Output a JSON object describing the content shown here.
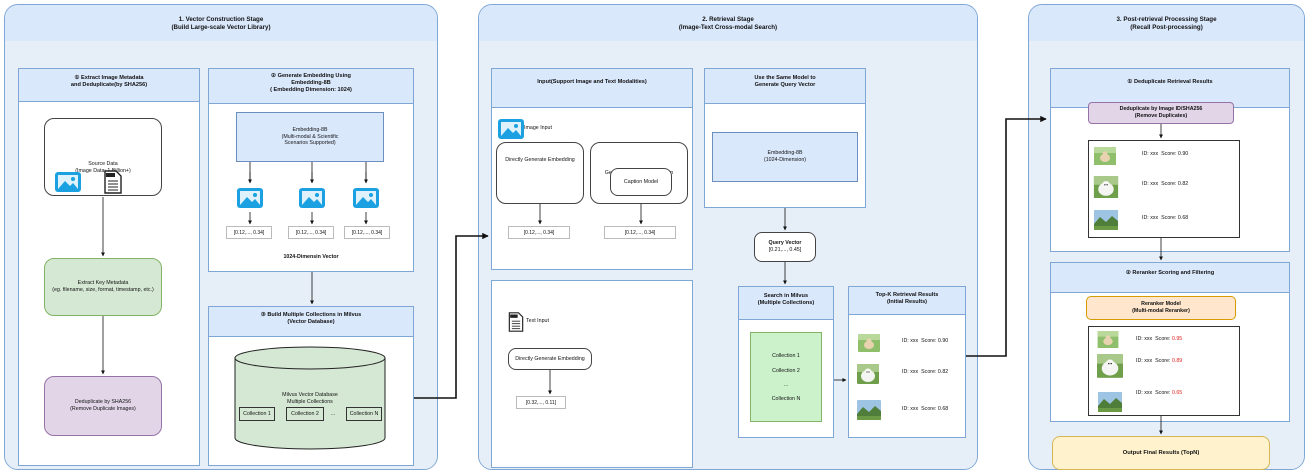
{
  "stage1": {
    "title": "1. Vector Construction Stage",
    "subtitle": "(Build Large-scale Vector Library)",
    "panel1": {
      "title_line1": "① Extract Image Metadata",
      "title_line2": "and Deduplicate(by SHA256)",
      "source_line1": "Source Data",
      "source_line2": "(Image Data: 1 Billion+)",
      "extract_line1": "Extract Key Metadata",
      "extract_line2": "(eg. filename, size, format, timestamp, etc.)",
      "dedup_line1": "Deduplicate by SHA256",
      "dedup_line2": "(Remove Duplicate Images)"
    },
    "panel2": {
      "title_line1": "② Generate Embedding Using",
      "title_line2": "Embedding-8B",
      "title_line3": "( Embedding Dimension: 1024)",
      "model_line1": "Embedding-8B",
      "model_line2": "(Multi-modal & Scientific",
      "model_line3": "Scenarios Supported)",
      "vectors": [
        "[0.12,..., 0.34]",
        "[0.12,..., 0.34]",
        "[0.12,..., 0.34]"
      ],
      "footer": "1024-Dimensin Vector"
    },
    "panel3": {
      "title_line1": "③ Build Multiple Collections in Milvus",
      "title_line2": "(Vector Database)",
      "db_line1": "Milvus Vector Database",
      "db_line2": "Multiple Collections",
      "collections": [
        "Collection 1",
        "Collection 2",
        "...",
        "Collection N"
      ]
    }
  },
  "stage2": {
    "title": "2. Retrieval Stage",
    "subtitle": "(Image-Text Cross-modal Search)",
    "input_panel": {
      "title": "Input(Support Image and Text Modalities)",
      "image_input": "Image Input",
      "direct_embed": "Directly Generate Embedding",
      "caption_first_line1": "Generate Caption First, Then",
      "caption_first_line2": "Generate Embedding",
      "caption_model": "Caption Model",
      "vec_left": "[0.12,..., 0.34]",
      "vec_right": "[0.12,..., 0.34]",
      "text_input": "Text Input",
      "text_direct": "Directly Generate Embedding",
      "text_vec": "[0.32,..., 0.11]"
    },
    "same_model": {
      "title_line1": "Use the Same Model to",
      "title_line2": "Generate Query Vector",
      "model_line1": "Embedding-8B",
      "model_line2": "(1024-Dimension)"
    },
    "query": {
      "label": "Query Vector",
      "value": "[0.21,..., 0.45]"
    },
    "search": {
      "title_line1": "Search in Milvus",
      "title_line2": "(Multiple Collections)",
      "items": [
        "Collection 1",
        "Collection 2",
        "...",
        "Collection N"
      ]
    },
    "topk": {
      "title_line1": "Top-K Retrieval Results",
      "title_line2": "(Initial Results)",
      "results": [
        {
          "id": "ID: xxx",
          "score": "Score: 0.90"
        },
        {
          "id": "ID: xxx",
          "score": "Score: 0.82"
        },
        {
          "id": "ID: xxx",
          "score": "Score: 0.68"
        }
      ]
    }
  },
  "stage3": {
    "title": "3. Post-retrieval Processing Stage",
    "subtitle": "(Recall Post-processing)",
    "dedup_panel": {
      "title": "① Deduplicate Retrieval Results",
      "box_line1": "Deduplicate by Image ID/SHA256",
      "box_line2": "(Remove Duplicates)",
      "results": [
        {
          "id": "ID: xxx",
          "score": "Score: 0.90"
        },
        {
          "id": "ID: xxx",
          "score": "Score: 0.82"
        },
        {
          "id": "ID: xxx",
          "score": "Score: 0.68"
        }
      ]
    },
    "rerank_panel": {
      "title": "② Reranker Scoring and Filtering",
      "model_line1": "Reranker Model",
      "model_line2": "(Multi-modal Reranker)",
      "results": [
        {
          "id": "ID: xxx",
          "score_label": "Score:",
          "score": "0.95"
        },
        {
          "id": "ID: xxx",
          "score_label": "Score:",
          "score": "0.89"
        },
        {
          "id": "ID: xxx",
          "score_label": "Score:",
          "score": "0.65"
        }
      ]
    },
    "output": "Output Final Results (TopN)"
  },
  "colors": {
    "stage_fill": "#e6eef8",
    "header_fill": "#dae8fc",
    "border": "#7fa7d6",
    "purple": "#e1d5e7",
    "green": "#d5e8d4",
    "orange": "#ffe6cc",
    "yellow": "#fff2cc",
    "score_red": "#e02020"
  },
  "icons": [
    "image-icon",
    "file-icon",
    "arrow-icon"
  ]
}
